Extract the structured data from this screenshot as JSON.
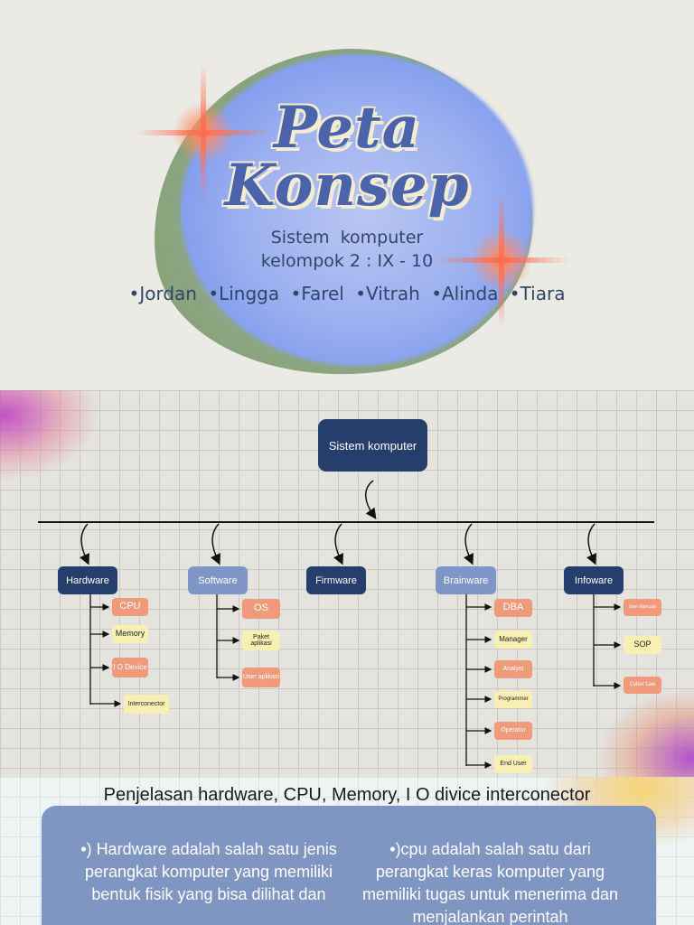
{
  "cover": {
    "title_line1": "Peta",
    "title_line2": "Konsep",
    "subtitle": "Sistem  komputer",
    "group": "kelompok 2 : IX - 10",
    "members": [
      "•Jordan",
      "•Lingga",
      "•Farel",
      "•Vitrah",
      "•Alinda",
      "•Tiara"
    ]
  },
  "concept_map": {
    "root": "Sistem komputer",
    "branches": [
      {
        "label": "Hardware",
        "children": [
          "CPU",
          "Memory",
          "I O Device",
          "Interconector"
        ]
      },
      {
        "label": "Software",
        "children": [
          "OS",
          "Paket aplikasi",
          "User aplikasi"
        ]
      },
      {
        "label": "Firmware",
        "children": []
      },
      {
        "label": "Brainware",
        "children": [
          "DBA",
          "Manager",
          "Analyst",
          "Programmer",
          "Operator",
          "End User"
        ]
      },
      {
        "label": "Infoware",
        "children": [
          "User Manuals",
          "SOP",
          "Cyber Law"
        ]
      }
    ],
    "colors": {
      "dark_node": "#263e6b",
      "light_node": "#7f95c6",
      "orange_leaf": "#ee9a7b",
      "yellow_leaf": "#f8f0b3"
    }
  },
  "explanation": {
    "heading": "Penjelasan hardware, CPU, Memory, I O divice interconector",
    "left_text": "•)  Hardware adalah salah satu jenis perangkat komputer yang memiliki bentuk fisik yang bisa dilihat dan",
    "right_text": "•)cpu adalah salah satu dari perangkat keras komputer yang memiliki tugas untuk menerima dan menjalankan perintah"
  }
}
